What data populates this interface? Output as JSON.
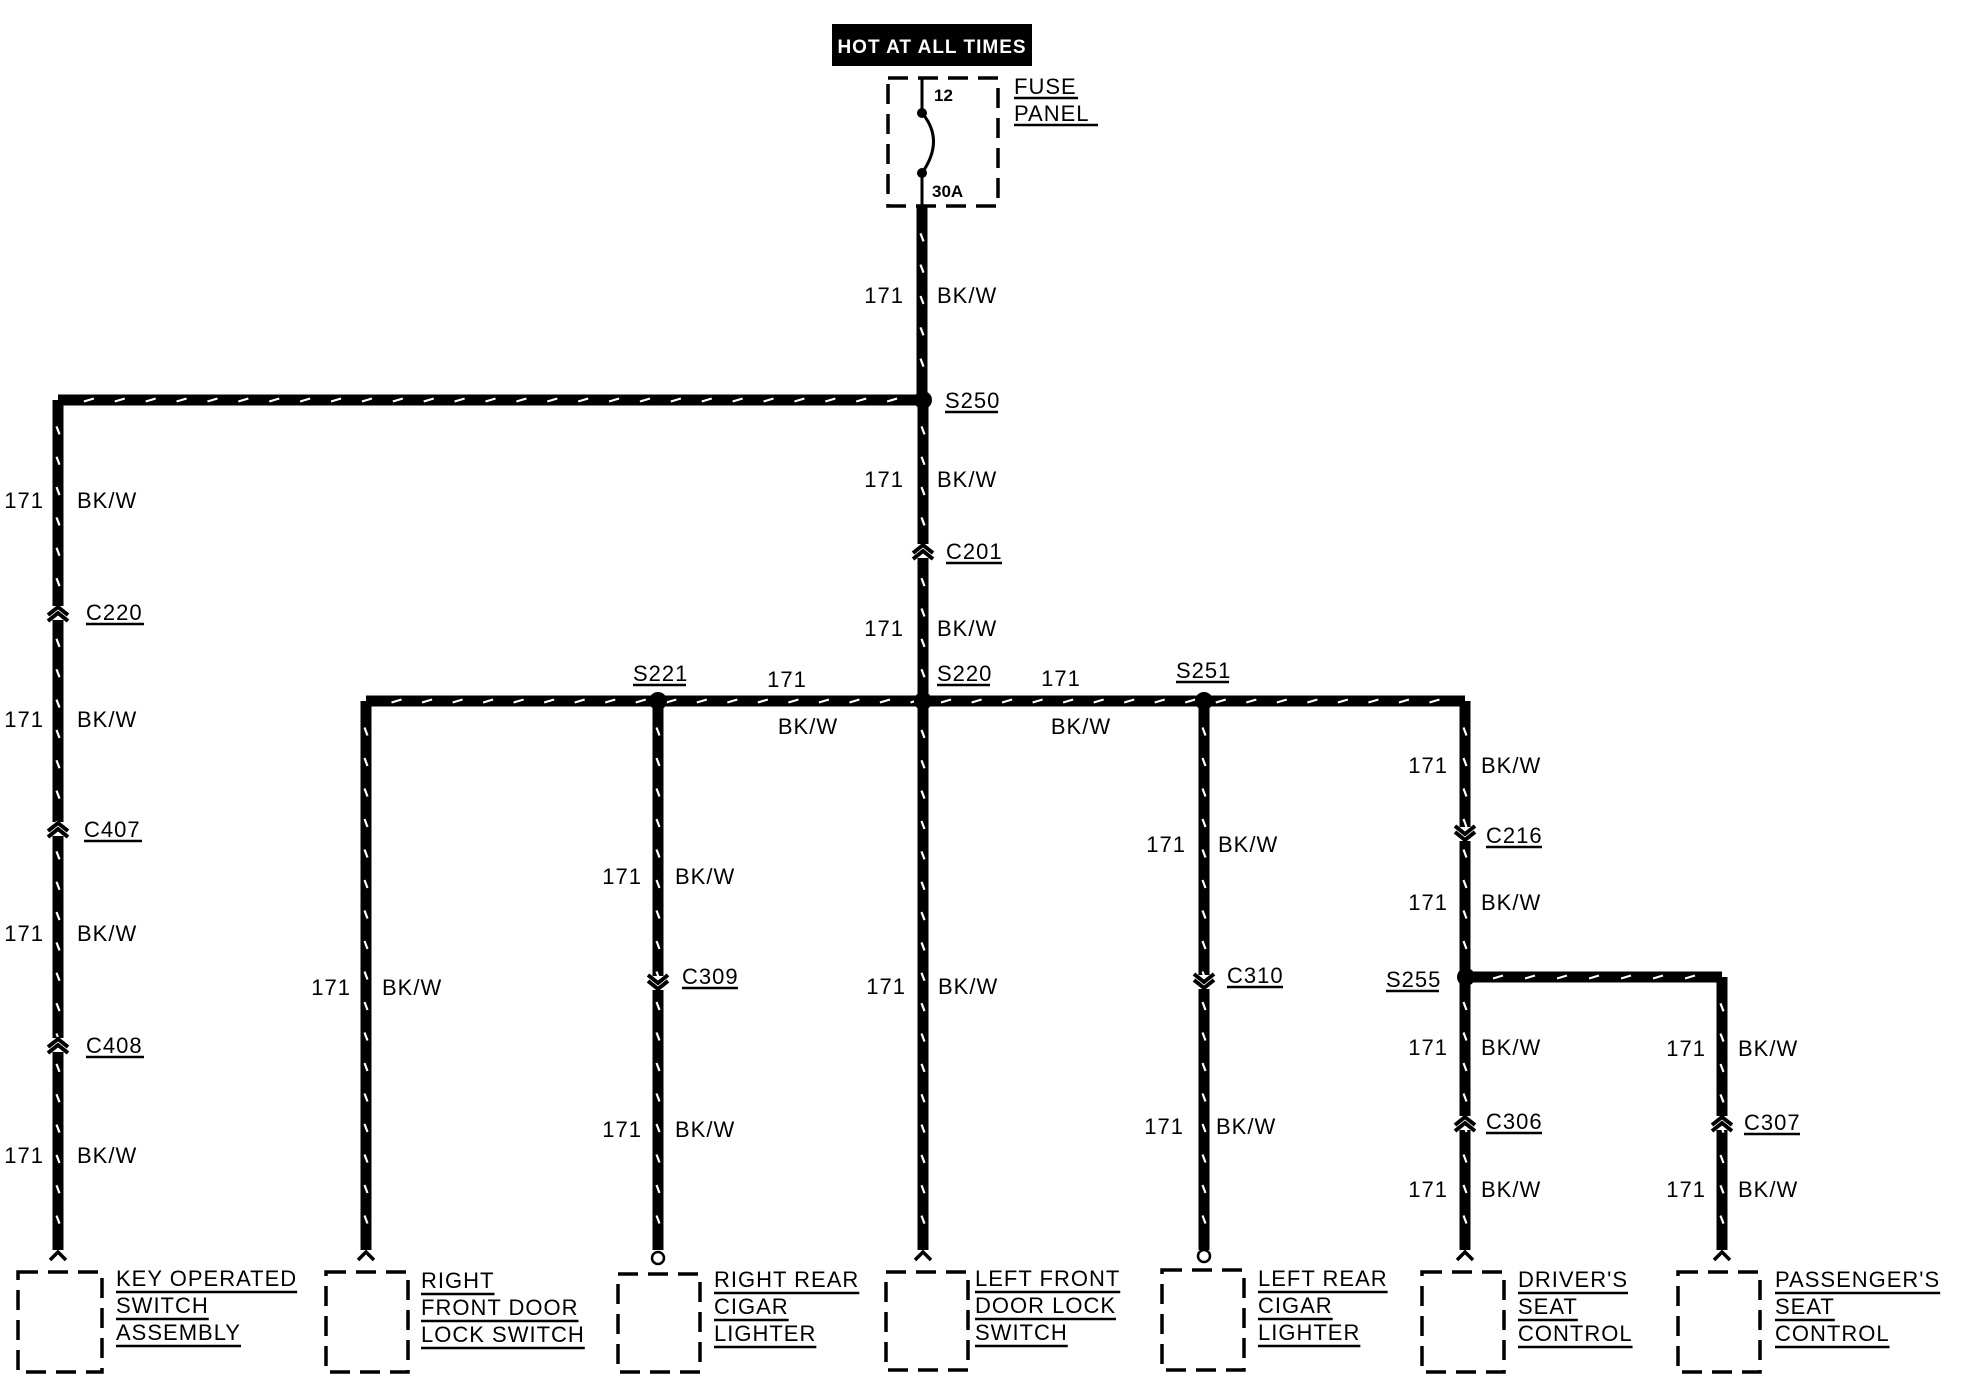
{
  "header": {
    "hot_label": "HOT AT ALL TIMES"
  },
  "fuse": {
    "number": "12",
    "rating": "30A",
    "label_line1": "FUSE",
    "label_line2": "PANEL"
  },
  "wire": {
    "circuit": "171",
    "color": "BK/W"
  },
  "splices": {
    "s250": "S250",
    "s220": "S220",
    "s221": "S221",
    "s251": "S251",
    "s255": "S255"
  },
  "connectors": {
    "c201": "C201",
    "c220": "C220",
    "c407": "C407",
    "c408": "C408",
    "c309": "C309",
    "c310": "C310",
    "c216": "C216",
    "c306": "C306",
    "c307": "C307"
  },
  "components": {
    "key_switch": [
      "KEY OPERATED",
      "SWITCH",
      "ASSEMBLY"
    ],
    "right_front_door": [
      "RIGHT",
      "FRONT DOOR",
      "LOCK SWITCH"
    ],
    "right_rear_lighter": [
      "RIGHT REAR",
      "CIGAR",
      "LIGHTER"
    ],
    "left_front_door": [
      "LEFT FRONT",
      "DOOR LOCK",
      "SWITCH"
    ],
    "left_rear_lighter": [
      "LEFT REAR",
      "CIGAR",
      "LIGHTER"
    ],
    "drivers_seat": [
      "DRIVER'S",
      "SEAT",
      "CONTROL"
    ],
    "passengers_seat": [
      "PASSENGER'S",
      "SEAT",
      "CONTROL"
    ]
  }
}
